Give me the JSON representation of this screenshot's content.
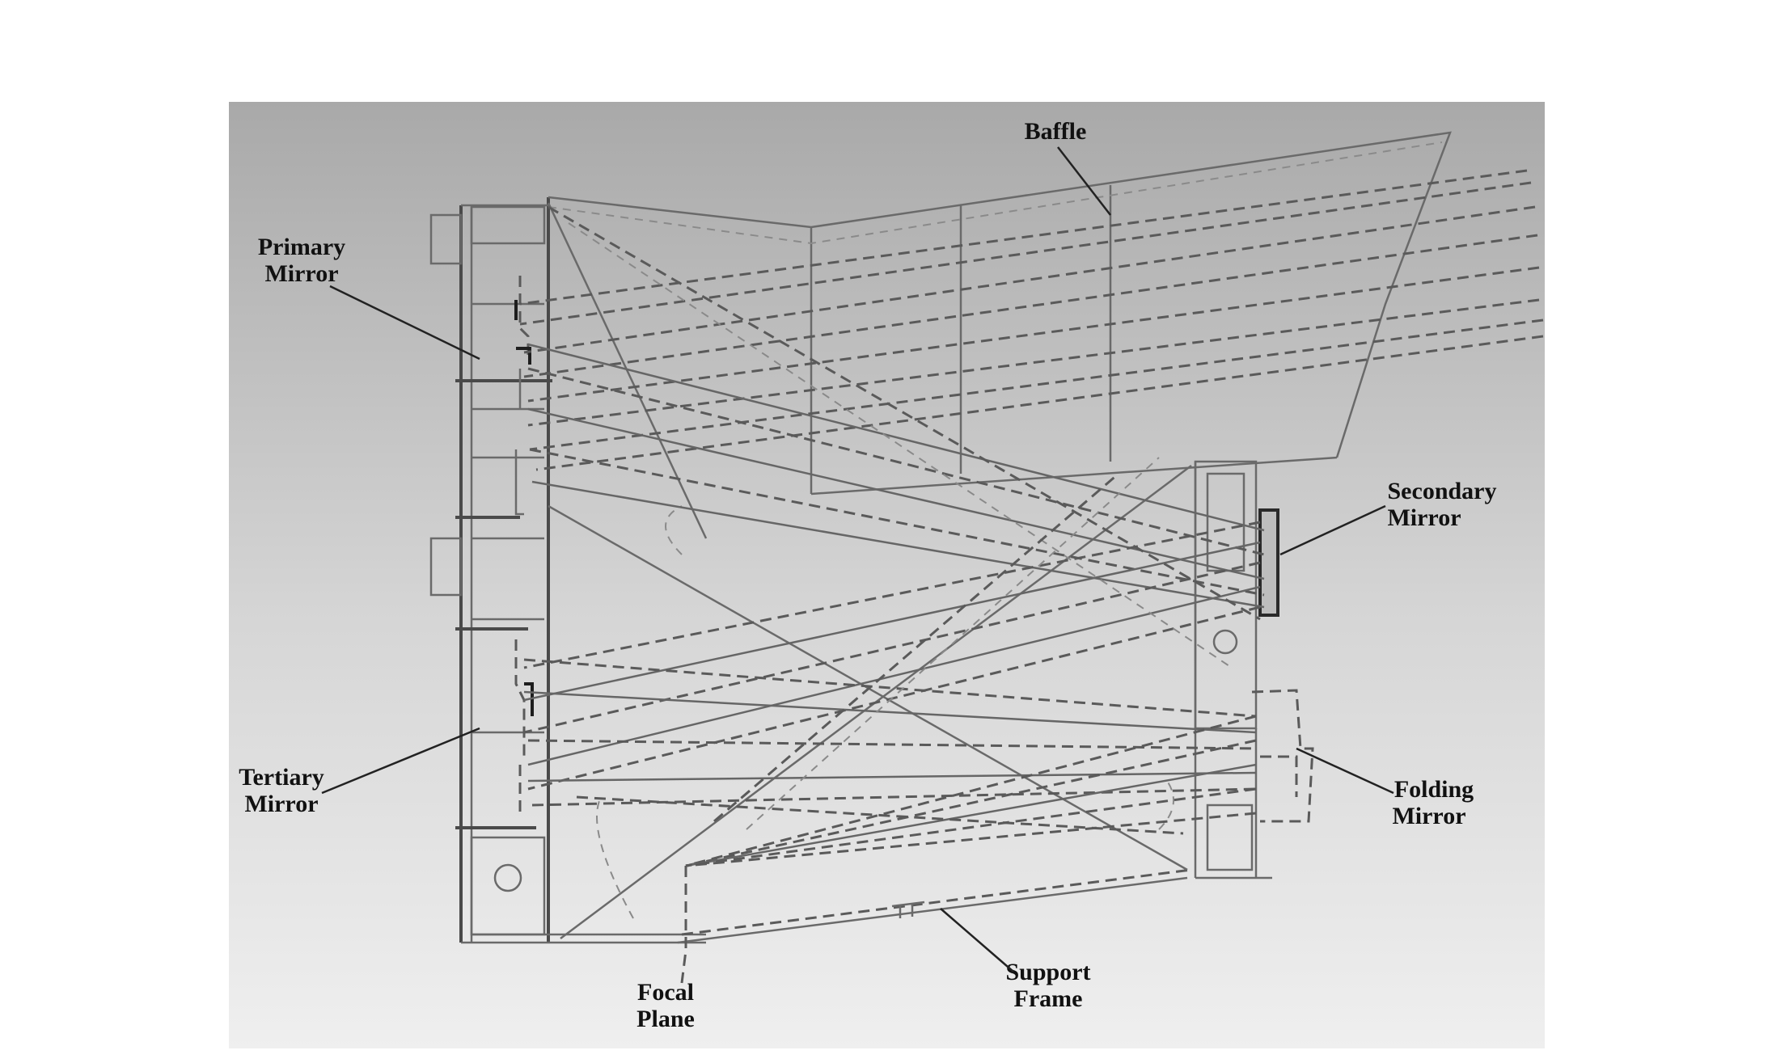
{
  "figure": {
    "labels": {
      "baffle": "Baffle",
      "primary_mirror": [
        "Primary",
        "Mirror"
      ],
      "secondary_mirror": [
        "Secondary",
        "Mirror"
      ],
      "tertiary_mirror": [
        "Tertiary",
        "Mirror"
      ],
      "folding_mirror": [
        "Folding",
        "Mirror"
      ],
      "focal_plane": [
        "Focal",
        "Plane"
      ],
      "support_frame": [
        "Support",
        "Frame"
      ]
    },
    "colors": {
      "background_top": "#a9a9a9",
      "background_bottom": "#efefef",
      "line": "#5a5a5a",
      "label": "#111111"
    }
  }
}
